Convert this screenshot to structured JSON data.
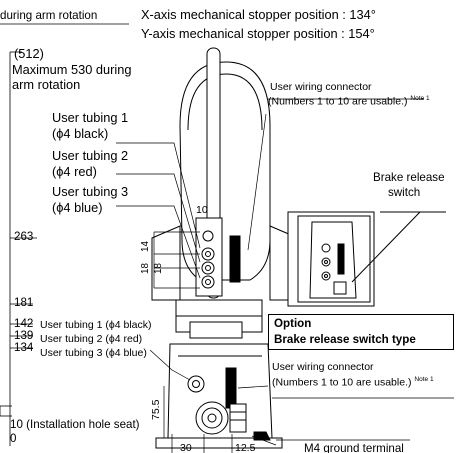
{
  "top_note": "during arm rotation",
  "stopper_x": "X-axis mechanical stopper position : 134°",
  "stopper_y": "Y-axis mechanical stopper position : 154°",
  "left_dim": {
    "paren_512": "(512)",
    "max_530_line1": "Maximum 530 during",
    "max_530_line2": "arm rotation",
    "d263": "263",
    "d181": "181",
    "d142": "142",
    "d139": "139",
    "d134": "134",
    "d10_inst": "10 (Installation hole seat)",
    "d0": "0"
  },
  "tubing_upper": [
    {
      "line1": "User tubing 1",
      "line2": "(ϕ4 black)"
    },
    {
      "line1": "User tubing 2",
      "line2": "(ϕ4 red)"
    },
    {
      "line1": "User tubing 3",
      "line2": "(ϕ4 blue)"
    }
  ],
  "tubing_lower": [
    "User tubing 1 (ϕ4 black)",
    "User tubing 2 (ϕ4 red)",
    "User tubing 3 (ϕ4 blue)"
  ],
  "wiring_top": {
    "line1": "User wiring connector",
    "line2": "(Numbers 1 to 10 are usable.)",
    "note": "Note 1"
  },
  "wiring_bottom": {
    "line1": "User wiring connector",
    "line2": "(Numbers 1 to 10 are usable.)",
    "note": "Note 1"
  },
  "brake_label": {
    "line1": "Brake release",
    "line2": "switch"
  },
  "option": {
    "line1": "Option",
    "line2": "Brake release switch type"
  },
  "dims_small": {
    "d10": "10",
    "d14": "14",
    "d18a": "18",
    "d18b": "18",
    "d75_5": "75.5",
    "d30": "30",
    "d12_5": "12.5"
  },
  "ground": "M4 ground terminal"
}
